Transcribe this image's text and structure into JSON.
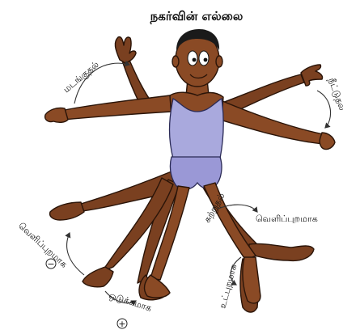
{
  "title": "நகர்வின் எல்லை",
  "labels": {
    "flexion": "மடங்குதல்",
    "extension": "நீட்டுதல்",
    "rotation": "சுற்றுதல்",
    "abduction_top": "வெளிப்புறமாக",
    "abduction_left": "வெளிப்புறமாக",
    "adduction": "ஒடுக்கமாக",
    "inward": "உட்புறமாக"
  },
  "signs": {
    "minus": "−",
    "plus": "+"
  },
  "colors": {
    "skin": "#8a4a25",
    "vest": "#a9a9dd",
    "outline": "#2a1408"
  }
}
